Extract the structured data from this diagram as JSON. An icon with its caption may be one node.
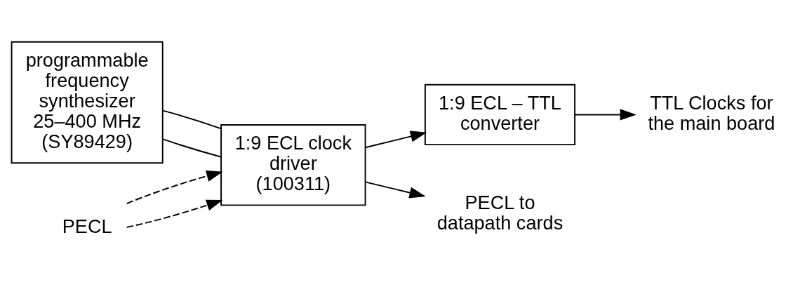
{
  "diagram": {
    "nodes": [
      {
        "text": [
          "programmable frequency synthesizer 25–400 MHz (SY89429)"
        ]
      },
      {
        "text": [
          "1:9 ECL clock driver (100311)"
        ]
      },
      {
        "text": [
          "1:9 ECL – TTL converter"
        ]
      },
      {
        "text": [
          "PECL"
        ]
      },
      {
        "text": [
          "PECL to datapath cards"
        ]
      },
      {
        "text": [
          "TTL Clocks for the main board"
        ]
      }
    ],
    "edges": [
      {
        "from": 0,
        "to": 1,
        "arrow": "none"
      },
      {
        "from": 0,
        "to": 1,
        "arrow": "none"
      },
      {
        "from": 3,
        "to": 1,
        "arrow": "to",
        "style": "dashed"
      },
      {
        "from": 3,
        "to": 1,
        "arrow": "to",
        "style": "dashed"
      },
      {
        "from": 1,
        "to": 4,
        "arrow": "to"
      },
      {
        "from": 1,
        "to": 2,
        "arrow": "to"
      },
      {
        "from": 2,
        "to": 5,
        "arrow": "to"
      }
    ]
  }
}
